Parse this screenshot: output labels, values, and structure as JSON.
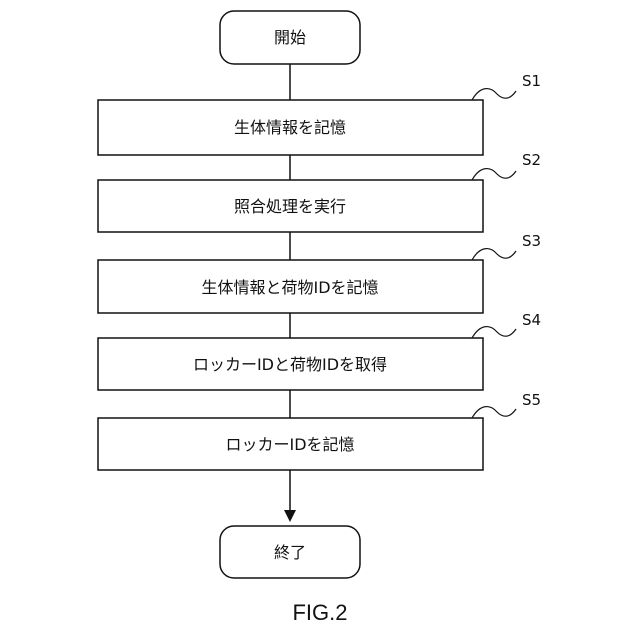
{
  "terminals": {
    "start": "開始",
    "end": "終了"
  },
  "steps": [
    {
      "id": "S1",
      "label": "生体情報を記憶"
    },
    {
      "id": "S2",
      "label": "照合処理を実行"
    },
    {
      "id": "S3",
      "label": "生体情報と荷物IDを記憶"
    },
    {
      "id": "S4",
      "label": "ロッカーIDと荷物IDを取得"
    },
    {
      "id": "S5",
      "label": "ロッカーIDを記憶"
    }
  ],
  "caption": "FIG.2"
}
